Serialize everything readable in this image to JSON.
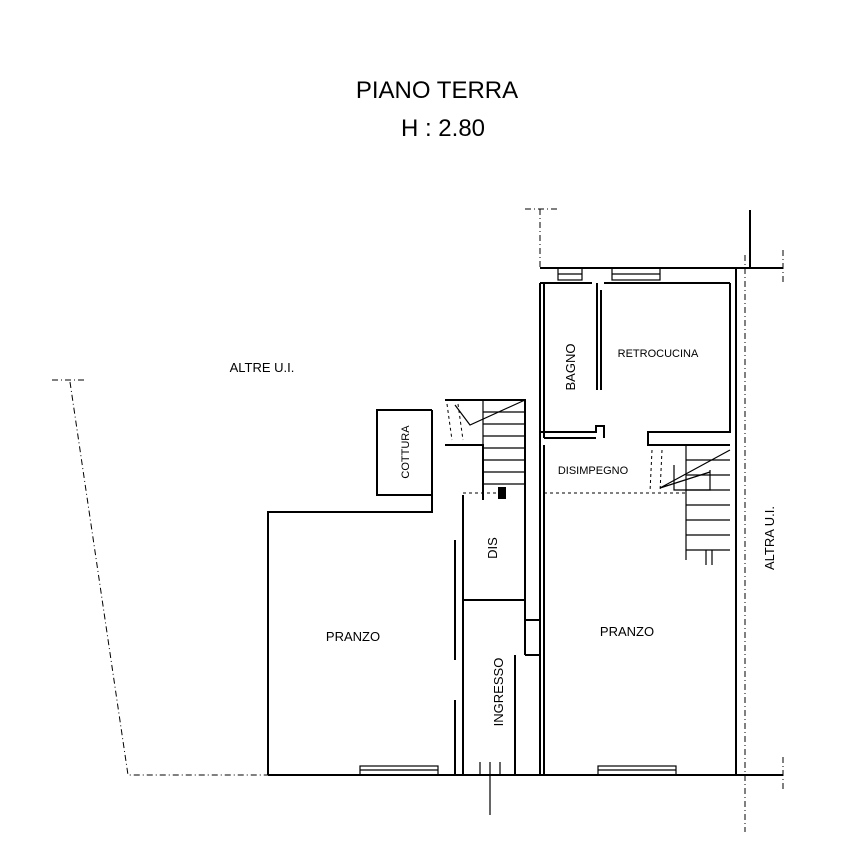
{
  "title": {
    "floor": "PIANO TERRA",
    "height": "H : 2.80"
  },
  "rooms": {
    "altre_ui": "ALTRE U.I.",
    "bagno": "BAGNO",
    "retrocucina": "RETROCUCINA",
    "cottura": "COTTURA",
    "disimpegno": "DISIMPEGNO",
    "dis": "DIS",
    "pranzo_left": "PRANZO",
    "pranzo_right": "PRANZO",
    "ingresso": "INGRESSO",
    "altra_ui": "ALTRA U.I."
  }
}
